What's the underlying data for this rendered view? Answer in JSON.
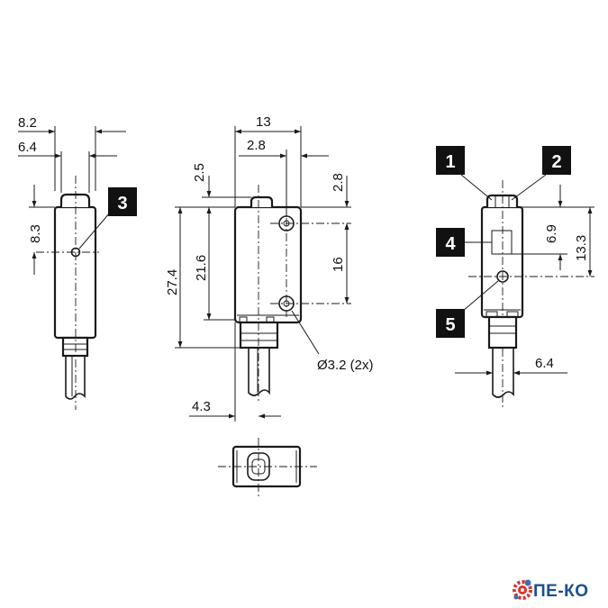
{
  "dimensions": {
    "side_width": "8.2",
    "side_lens": "6.4",
    "side_height": "8.3",
    "front_width": "13",
    "front_hole_offset": "2.8",
    "front_top_cap": "2.5",
    "front_right_offset": "2.8",
    "front_total_height": "27.4",
    "front_inner_height": "21.6",
    "front_hole_spacing": "16",
    "front_hole_diameter": "Ø3.2 (2x)",
    "front_cable_offset": "4.3",
    "back_led_height": "6.9",
    "back_optic_height": "13.3",
    "back_cable_width": "6.4"
  },
  "callouts": [
    "1",
    "2",
    "3",
    "4",
    "5"
  ],
  "logo": {
    "text": "ПЕ-КО",
    "icon": "gear-icon",
    "colors": {
      "gear_red": "#d9342b",
      "gear_blue": "#3a6fb5",
      "text": "#1b4f8f"
    }
  }
}
